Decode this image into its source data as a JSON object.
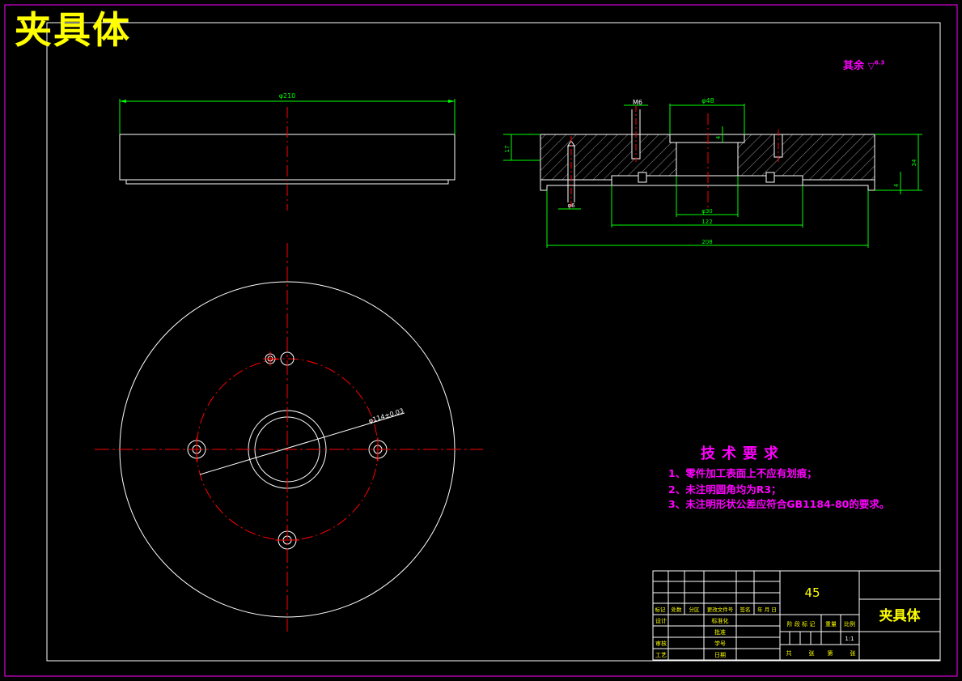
{
  "drawing": {
    "title": "夹具体",
    "surface_roughness": {
      "label": "其余",
      "value": "6.3",
      "symbol": "▽"
    },
    "tech_requirements": {
      "title": "技术要求",
      "items": [
        "1、零件加工表面上不应有划痕；",
        "2、未注明圆角均为R3；",
        "3、未注明形状公差应符合GB1184-80的要求。"
      ]
    },
    "dimensions": {
      "top_view_width": "φ210",
      "pin_size": "M6",
      "boss_diameter": "φ48",
      "boss_depth": "4",
      "left_height": "17",
      "right_height": "34",
      "step_height": "4",
      "hole_diameter": "φ6",
      "bore_diameter": "φ30",
      "inner_width": "122",
      "overall_width": "208",
      "bolt_circle": "φ114±0.03"
    },
    "title_block": {
      "material": "45",
      "part_name": "夹具体",
      "scale": "1:1",
      "header_labels": [
        "标记",
        "处数",
        "分区",
        "更改文件号",
        "签名",
        "年 月 日"
      ],
      "row_labels_left": [
        "设计",
        "审核",
        "工艺"
      ],
      "row_labels_mid": [
        "标准化",
        "批准",
        "学号",
        "日期"
      ],
      "stage_labels": [
        "阶 段 标 记",
        "重量",
        "比例"
      ],
      "sheet_labels": [
        "共",
        "张",
        "第",
        "张"
      ]
    }
  },
  "colors": {
    "background": "#000000",
    "frame": "#ff00ff",
    "outline": "#ffffff",
    "dimension": "#00ff00",
    "centerline": "#ff0000",
    "title": "#ffff00",
    "text": "#ff00ff"
  }
}
